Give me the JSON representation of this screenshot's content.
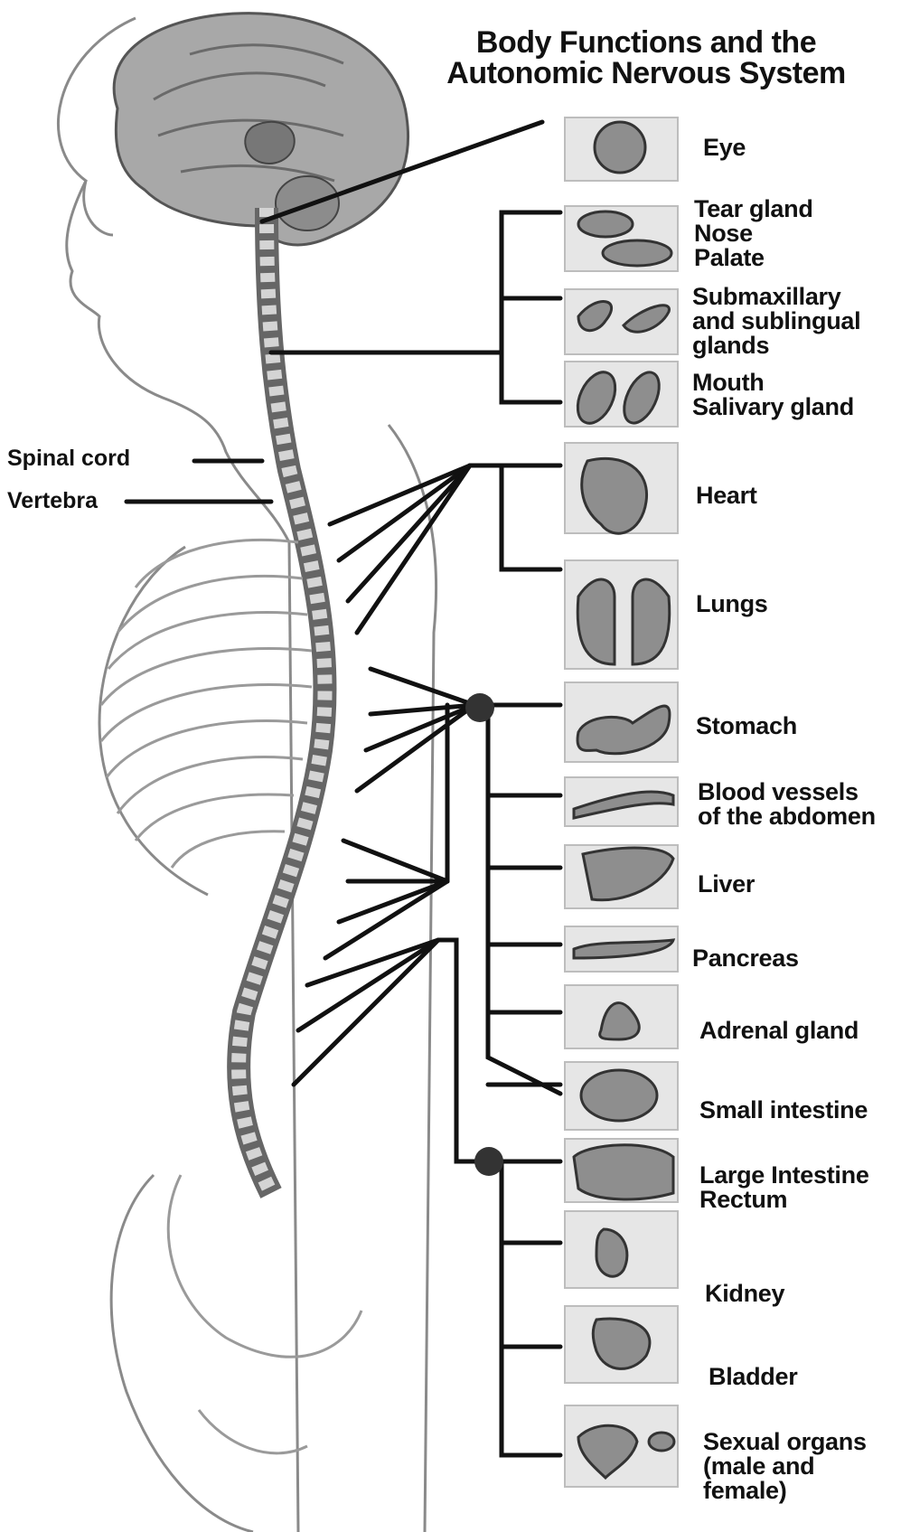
{
  "title": {
    "line1": "Body Functions and the",
    "line2": "Autonomic Nervous System"
  },
  "left_labels": {
    "spinal_cord": "Spinal cord",
    "vertebra": "Vertebra"
  },
  "organs": [
    {
      "id": "eye",
      "lines": [
        "Eye"
      ]
    },
    {
      "id": "tear-gland",
      "lines": [
        "Tear gland",
        "Nose",
        "Palate"
      ]
    },
    {
      "id": "submaxillary",
      "lines": [
        "Submaxillary",
        "and sublingual",
        "glands"
      ]
    },
    {
      "id": "mouth",
      "lines": [
        "Mouth",
        "Salivary gland"
      ]
    },
    {
      "id": "heart",
      "lines": [
        "Heart"
      ]
    },
    {
      "id": "lungs",
      "lines": [
        "Lungs"
      ]
    },
    {
      "id": "stomach",
      "lines": [
        "Stomach"
      ]
    },
    {
      "id": "blood-vessels",
      "lines": [
        "Blood vessels",
        "of the abdomen"
      ]
    },
    {
      "id": "liver",
      "lines": [
        "Liver"
      ]
    },
    {
      "id": "pancreas",
      "lines": [
        "Pancreas"
      ]
    },
    {
      "id": "adrenal-gland",
      "lines": [
        "Adrenal gland"
      ]
    },
    {
      "id": "small-intestine",
      "lines": [
        "Small intestine"
      ]
    },
    {
      "id": "large-intestine",
      "lines": [
        "Large Intestine",
        "Rectum"
      ]
    },
    {
      "id": "kidney",
      "lines": [
        "Kidney"
      ]
    },
    {
      "id": "bladder",
      "lines": [
        "Bladder"
      ]
    },
    {
      "id": "sexual-organs",
      "lines": [
        "Sexual organs",
        "(male and",
        "female)"
      ]
    }
  ],
  "colors": {
    "line": "#111111",
    "figure": "#8a8a8a",
    "panel": "#e6e6e6"
  }
}
